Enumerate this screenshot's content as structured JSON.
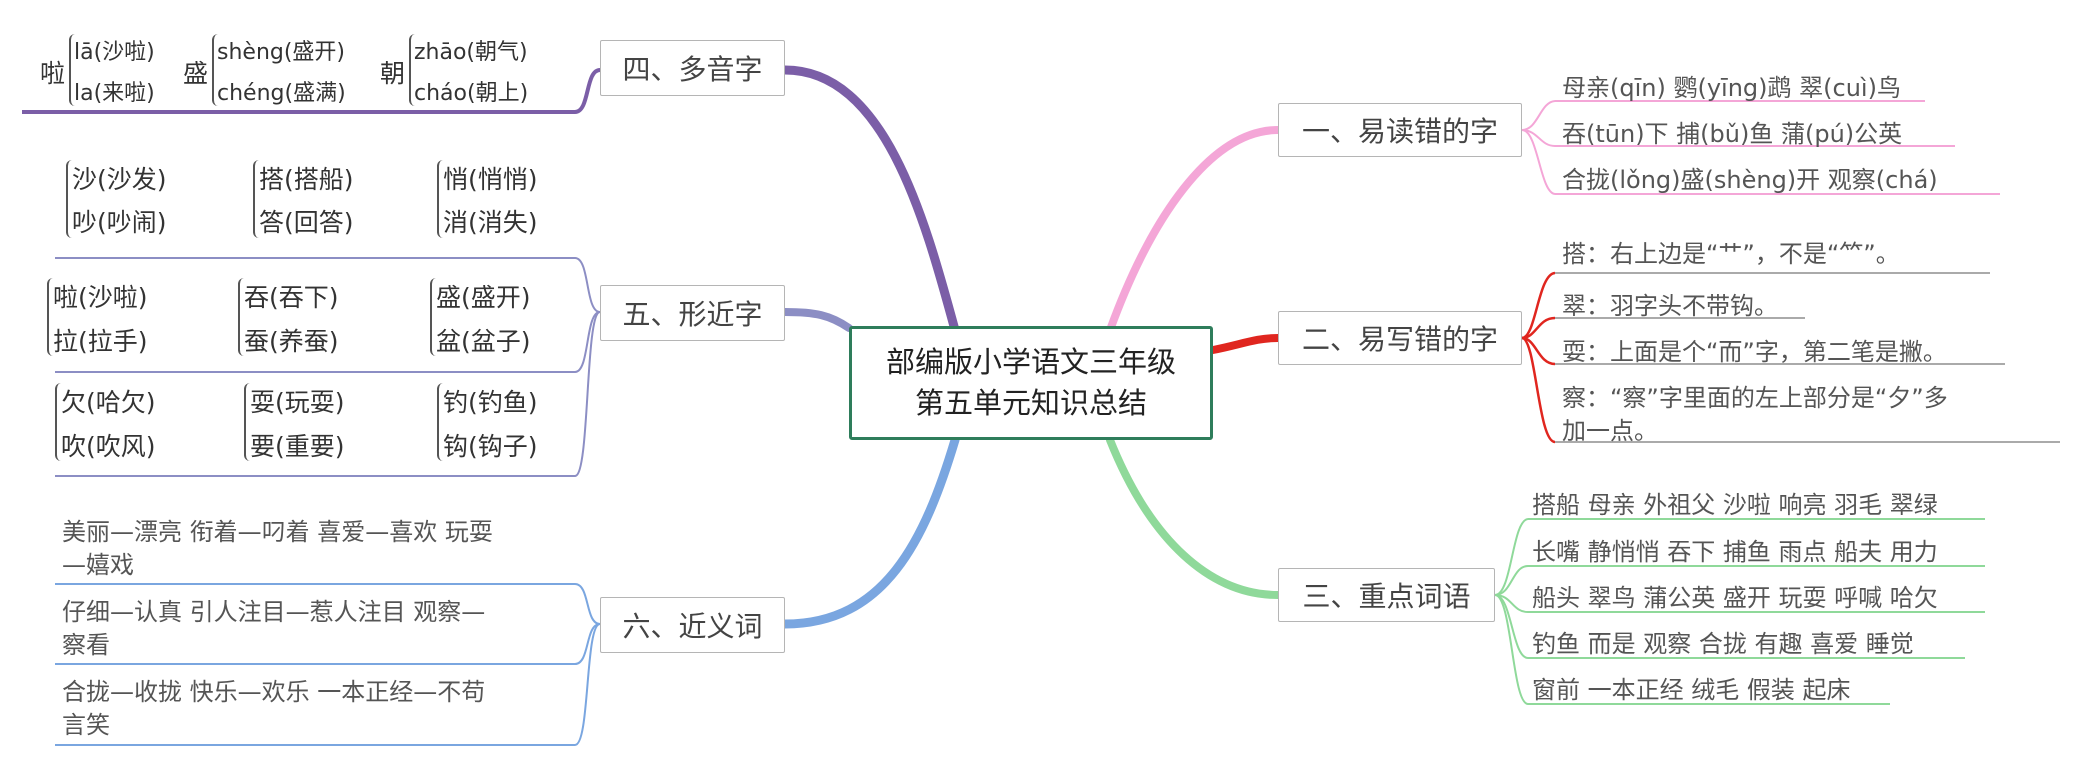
{
  "center": {
    "line1": "部编版小学语文三年级",
    "line2": "第五单元知识总结"
  },
  "colors": {
    "purple": "#7b5ea7",
    "violet": "#8c8ec4",
    "blue": "#7aa6e0",
    "pink": "#f4a6d7",
    "red": "#e0261f",
    "green": "#8fd99a",
    "center_border": "#2e7d5b"
  },
  "b1": {
    "title": "一、易读错的字",
    "items": [
      "母亲(qīn)  鹦(yīng)鹉 翠(cuì)鸟",
      "吞(tūn)下  捕(bǔ)鱼   蒲(pú)公英",
      "合拢(lǒng)盛(shèng)开     观察(chá)"
    ]
  },
  "b2": {
    "title": "二、易写错的字",
    "items": [
      "搭：右上边是“艹”，不是“⺮”。",
      "翠：羽字头不带钩。",
      "耍：上面是个“而”字，第二笔是撇。"
    ],
    "item4_line1": "察：“察”字里面的左上部分是“夕”多",
    "item4_line2": "加一点。"
  },
  "b3": {
    "title": "三、重点词语",
    "items": [
      "搭船 母亲 外祖父 沙啦 响亮 羽毛 翠绿",
      "长嘴 静悄悄 吞下 捕鱼 雨点 船夫 用力",
      "船头 翠鸟 蒲公英 盛开 玩耍 呼喊 哈欠",
      "钓鱼 而是 观察 合拢 有趣 喜爱 睡觉",
      "窗前 一本正经 绒毛 假装 起床"
    ]
  },
  "b4": {
    "title": "四、多音字",
    "groups": [
      {
        "char": "啦",
        "r1": "lā(沙啦)",
        "r2": "la(来啦)"
      },
      {
        "char": "盛",
        "r1": "shèng(盛开)",
        "r2": "chéng(盛满)"
      },
      {
        "char": "朝",
        "r1": "zhāo(朝气)",
        "r2": "cháo(朝上)"
      }
    ]
  },
  "b5": {
    "title": "五、形近字",
    "rows": [
      [
        [
          "沙(沙发)",
          "吵(吵闹)"
        ],
        [
          "搭(搭船)",
          "答(回答)"
        ],
        [
          "悄(悄悄)",
          "消(消失)"
        ]
      ],
      [
        [
          "啦(沙啦)",
          "拉(拉手)"
        ],
        [
          "吞(吞下)",
          "蚕(养蚕)"
        ],
        [
          "盛(盛开)",
          "盆(盆子)"
        ]
      ],
      [
        [
          "欠(哈欠)",
          "吹(吹风)"
        ],
        [
          "耍(玩耍)",
          "要(重要)"
        ],
        [
          "钓(钓鱼)",
          "钩(钩子)"
        ]
      ]
    ]
  },
  "b6": {
    "title": "六、近义词",
    "items": [
      {
        "l1": "美丽—漂亮 衔着—叼着 喜爱—喜欢 玩耍",
        "l2": "—嬉戏"
      },
      {
        "l1": "仔细—认真 引人注目—惹人注目 观察—",
        "l2": "察看"
      },
      {
        "l1": "合拢—收拢 快乐—欢乐 一本正经—不苟",
        "l2": "言笑"
      }
    ]
  }
}
